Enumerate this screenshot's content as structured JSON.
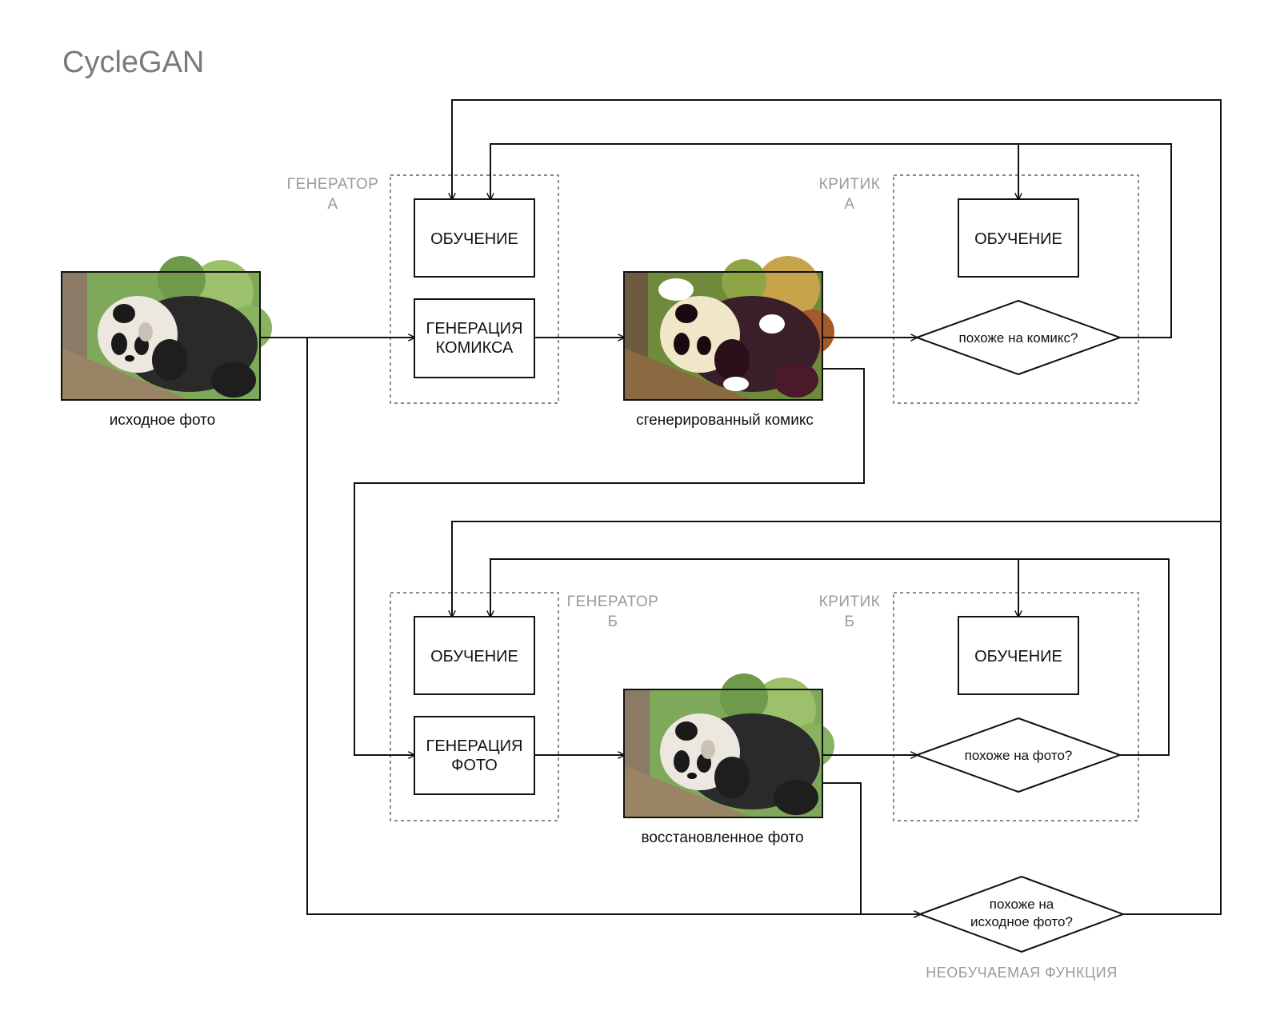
{
  "title": "CycleGAN",
  "groups": {
    "gen_a": [
      "ГЕНЕРАТОР",
      "А"
    ],
    "critic_a": [
      "КРИТИК",
      "А"
    ],
    "gen_b": [
      "ГЕНЕРАТОР",
      "Б"
    ],
    "critic_b": [
      "КРИТИК",
      "Б"
    ]
  },
  "boxes": {
    "gen_a_training": [
      "ОБУЧЕНИЕ"
    ],
    "gen_a_generate": [
      "ГЕНЕРАЦИЯ",
      "КОМИКСА"
    ],
    "critic_a_training": [
      "ОБУЧЕНИЕ"
    ],
    "gen_b_training": [
      "ОБУЧЕНИЕ"
    ],
    "gen_b_generate": [
      "ГЕНЕРАЦИЯ",
      "ФОТО"
    ],
    "critic_b_training": [
      "ОБУЧЕНИЕ"
    ]
  },
  "diamonds": {
    "critic_a_decision": [
      "похоже на комикс?"
    ],
    "critic_b_decision": [
      "похоже на фото?"
    ],
    "compare_decision": [
      "похоже на",
      "исходное фото?"
    ]
  },
  "captions": {
    "source": "исходное фото",
    "comic": "сгенерированный комикс",
    "restored": "восстановленное фото"
  },
  "footer": "НЕОБУЧАЕМАЯ ФУНКЦИЯ"
}
